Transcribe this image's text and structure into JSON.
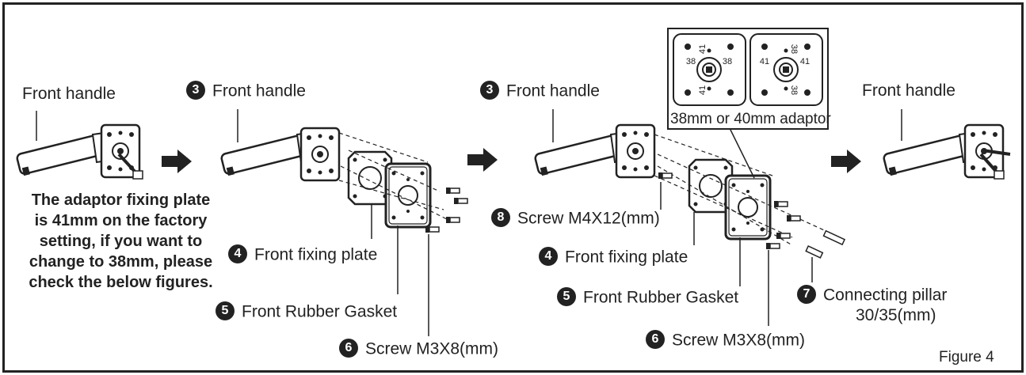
{
  "labels": {
    "front_handle": "Front handle",
    "front_fixing_plate": "Front fixing plate",
    "front_rubber_gasket": "Front Rubber Gasket",
    "screw_m3x8": "Screw M3X8(mm)",
    "screw_m4x12": "Screw M4X12(mm)",
    "connecting_pillar_line1": "Connecting pillar",
    "connecting_pillar_line2": "30/35(mm)",
    "adaptor": "38mm or 40mm adaptor",
    "figure": "Figure 4"
  },
  "numbers": {
    "n3": "3",
    "n4": "4",
    "n5": "5",
    "n6": "6",
    "n7": "7",
    "n8": "8"
  },
  "note": {
    "line1": "The adaptor fixing plate",
    "line2": "is 41mm on the factory",
    "line3": "setting, if you want to",
    "line4": "change to 38mm, please",
    "line5": "check the below figures."
  },
  "adaptor_marks": {
    "left": {
      "top": "41",
      "bottom": "41",
      "left": "38",
      "right": "38"
    },
    "right": {
      "top": "38",
      "bottom": "38",
      "left": "41",
      "right": "41"
    }
  },
  "colors": {
    "ink": "#222222",
    "background": "#ffffff"
  }
}
